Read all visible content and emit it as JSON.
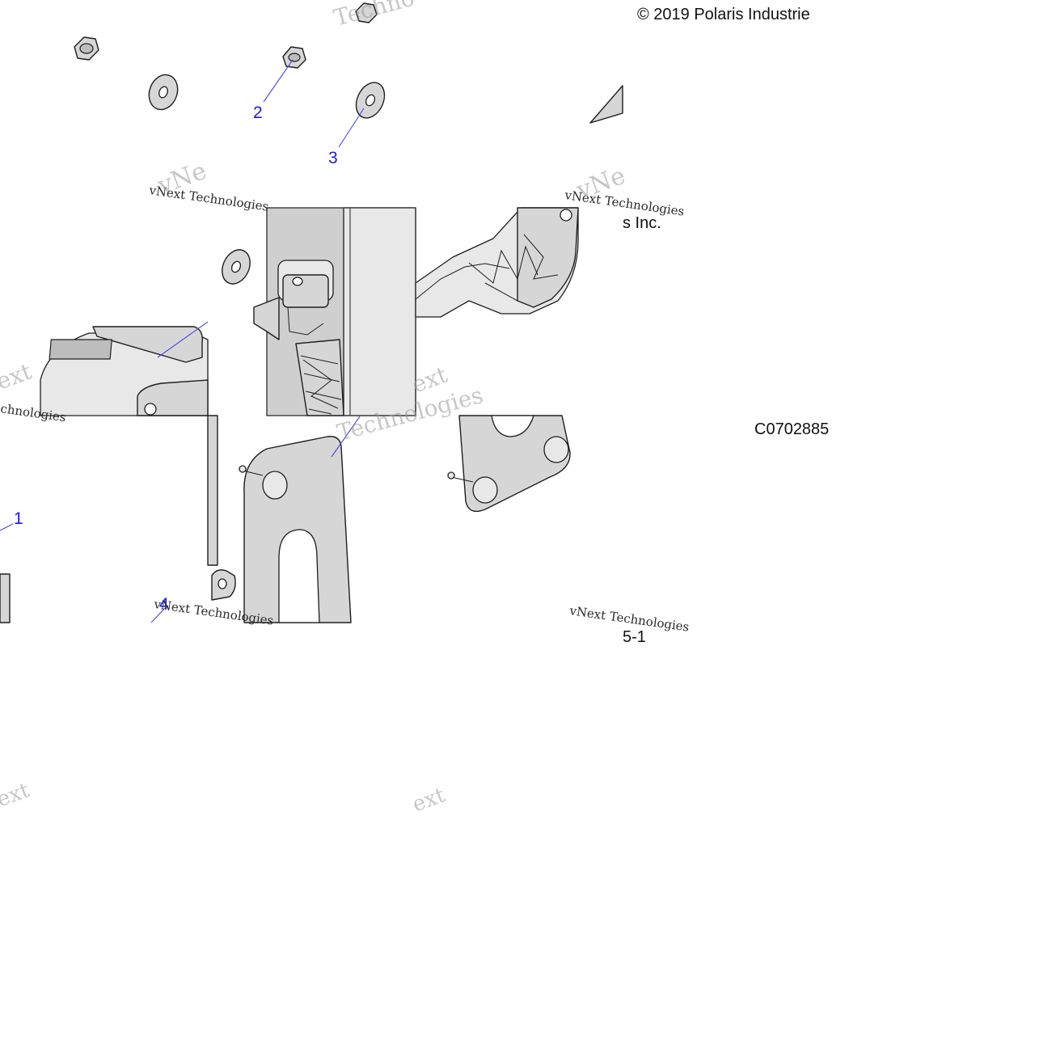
{
  "copyright": "© 2019 Polaris Industrie",
  "copyright_tail": "s Inc.",
  "drawing_code": "C0702885",
  "page_ref": "5-1",
  "callouts": [
    "1",
    "2",
    "3",
    "4"
  ],
  "watermark": {
    "brand_line": "vNext Technologies",
    "fragments": [
      "vNe",
      "Technologies",
      "ext",
      "chnologies",
      "Techno"
    ]
  },
  "colors": {
    "callout": "#1a1adb",
    "part_fill": "#d6d6d6",
    "outline": "#1e1e1e"
  }
}
